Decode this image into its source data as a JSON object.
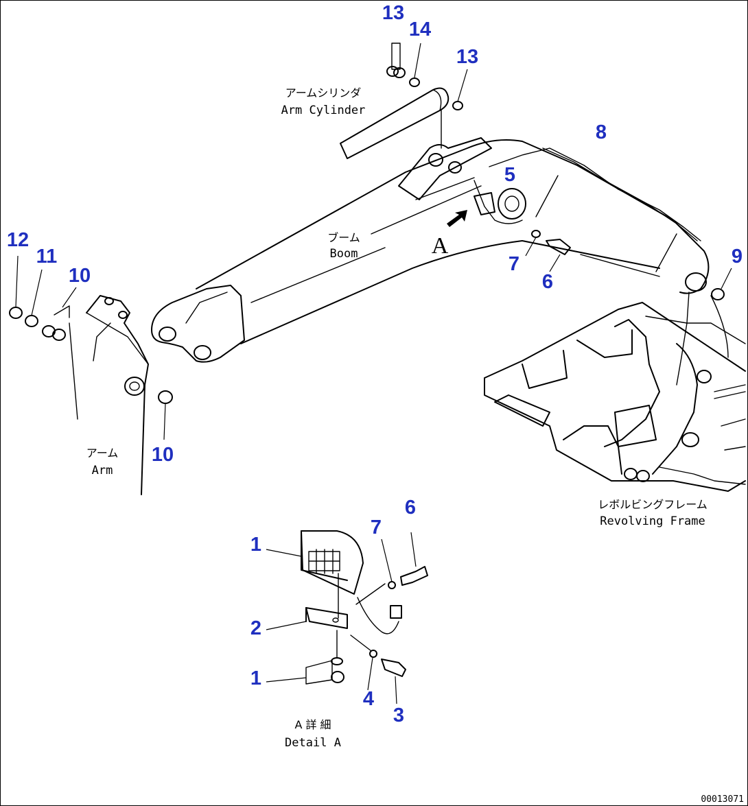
{
  "labels": {
    "arm_cylinder_jp": "アームシリンダ",
    "arm_cylinder_en": "Arm Cylinder",
    "boom_jp": "ブーム",
    "boom_en": "Boom",
    "arm_jp": "アーム",
    "arm_en": "Arm",
    "frame_jp": "レボルビングフレーム",
    "frame_en": "Revolving Frame",
    "detail_jp": "A 詳 細",
    "detail_en": "Detail A",
    "view_letter": "A"
  },
  "callouts": {
    "c13a": "13",
    "c14": "14",
    "c13b": "13",
    "c8": "8",
    "c5": "5",
    "c12": "12",
    "c11": "11",
    "c10a": "10",
    "c9": "9",
    "c7a": "7",
    "c6a": "6",
    "c10b": "10",
    "c1a": "1",
    "c7b": "7",
    "c6b": "6",
    "c2": "2",
    "c1b": "1",
    "c4": "4",
    "c3": "3"
  },
  "drawing_code": "00013071",
  "colors": {
    "callout": "#1f2fbf",
    "line": "#000000"
  }
}
